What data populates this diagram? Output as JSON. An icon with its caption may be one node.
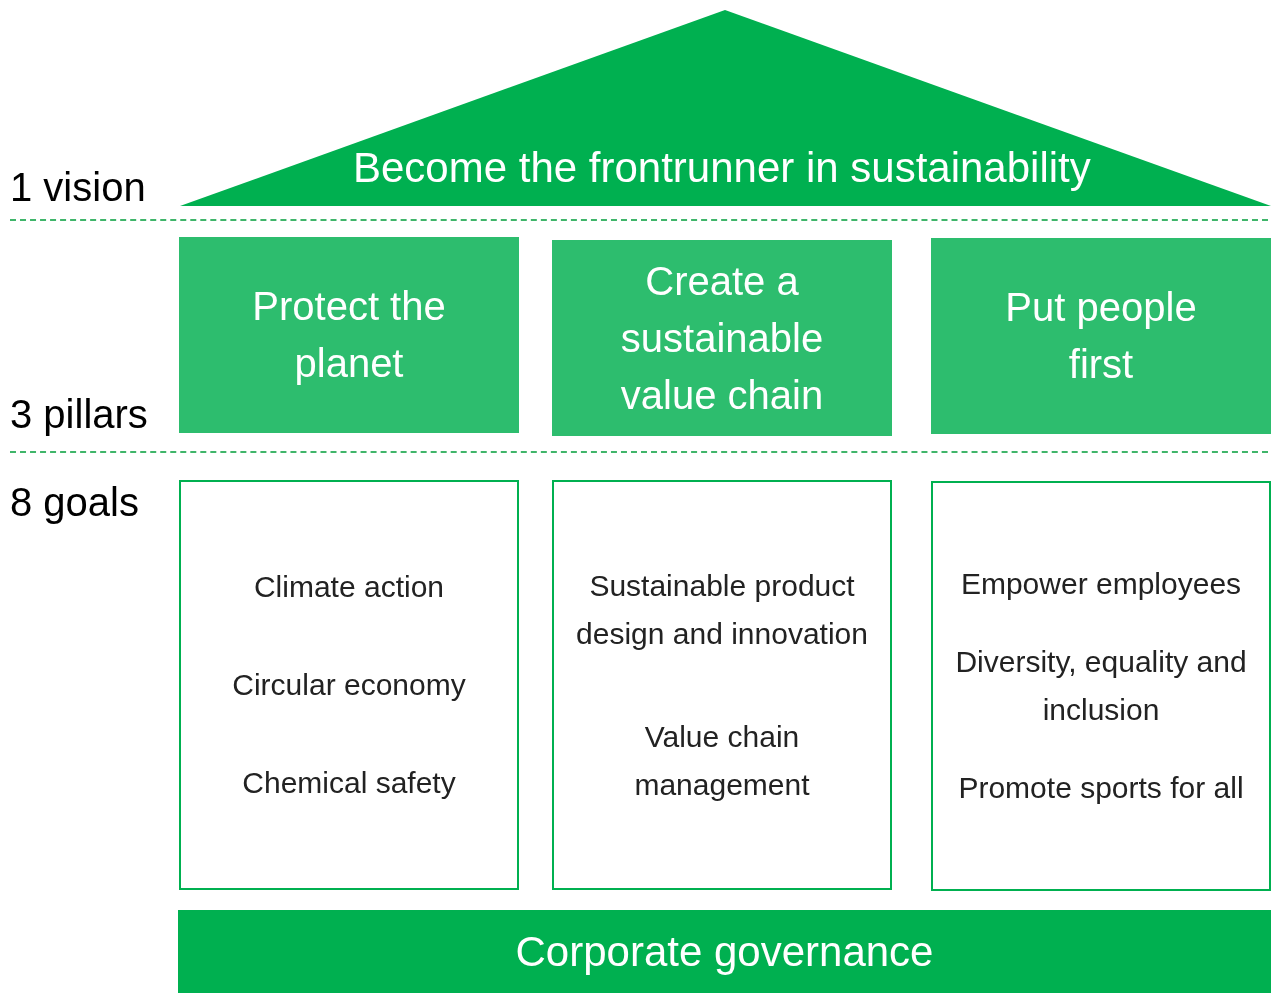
{
  "diagram": {
    "nodes": [
      {
        "text": [
          "Become the frontrunner in sustainability"
        ]
      },
      {
        "text": [
          "Protect the planet"
        ]
      },
      {
        "text": [
          "Create a sustainable value chain"
        ]
      },
      {
        "text": [
          "Put people first"
        ]
      },
      {
        "text": [
          "Climate action",
          "Circular economy",
          "Chemical safety"
        ]
      },
      {
        "text": [
          "Sustainable product design and innovation",
          "Value chain management"
        ]
      },
      {
        "text": [
          "Empower employees",
          "Diversity, equality and inclusion",
          "Promote sports for all"
        ]
      },
      {
        "text": [
          "Corporate governance"
        ]
      }
    ],
    "labels": [
      "1 vision",
      "3 pillars",
      "8 goals"
    ]
  }
}
